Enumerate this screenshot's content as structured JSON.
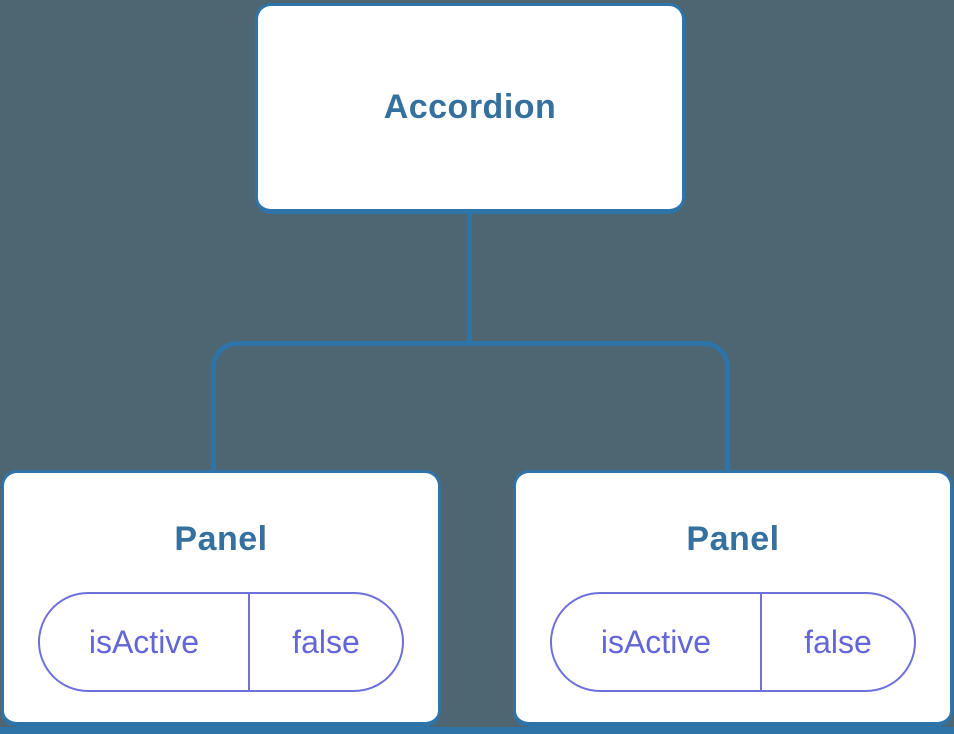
{
  "colors": {
    "background": "#4D6672",
    "node_border": "#2E74A8",
    "node_background": "#FFFFFF",
    "node_text": "#35719F",
    "connector": "#2E74A8",
    "pill_border": "#6E70DC",
    "pill_text": "#6365D9"
  },
  "tree": {
    "root": {
      "label": "Accordion"
    },
    "children": [
      {
        "label": "Panel",
        "state": {
          "name": "isActive",
          "value": "false"
        }
      },
      {
        "label": "Panel",
        "state": {
          "name": "isActive",
          "value": "false"
        }
      }
    ]
  }
}
